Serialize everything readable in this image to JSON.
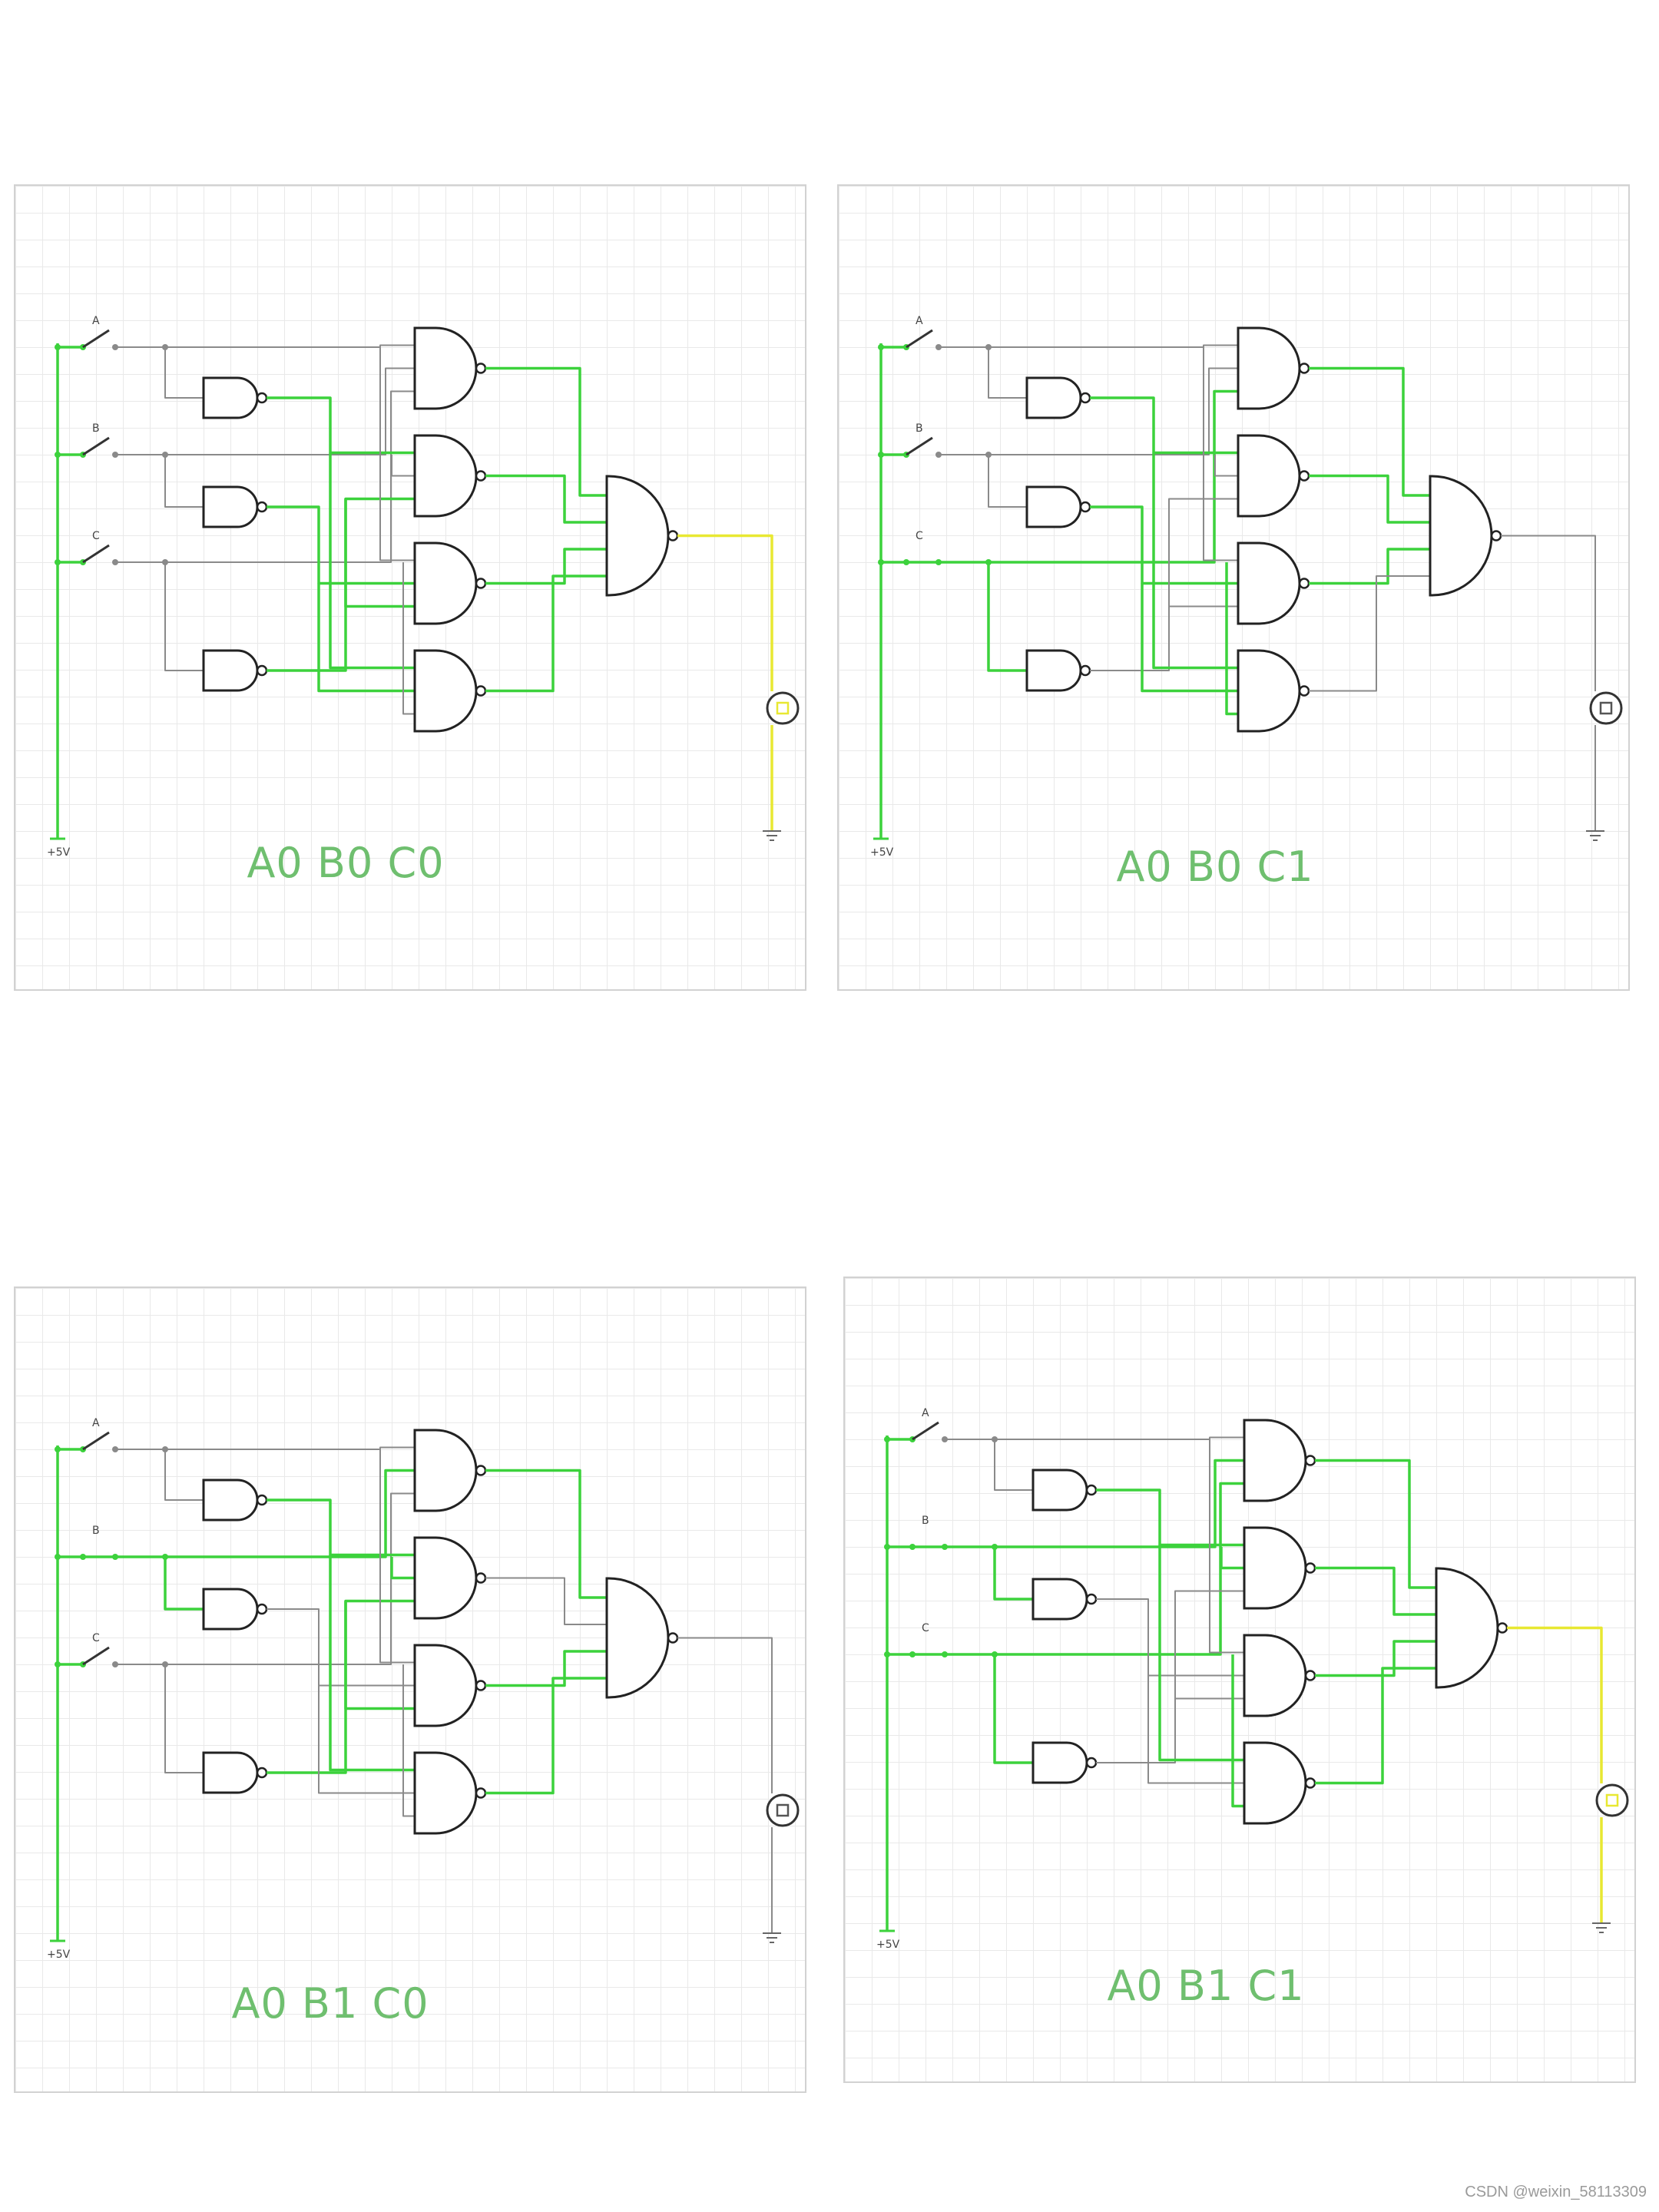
{
  "panels": [
    {
      "id": "p1",
      "label": "A0 B0 C0",
      "switch_labels": [
        "A",
        "B",
        "C"
      ],
      "supply_label": "+5V",
      "inputs": {
        "A": 0,
        "B": 0,
        "C": 0
      },
      "output": 1
    },
    {
      "id": "p2",
      "label": "A0 B0 C1",
      "switch_labels": [
        "A",
        "B",
        "C"
      ],
      "supply_label": "+5V",
      "inputs": {
        "A": 0,
        "B": 0,
        "C": 1
      },
      "output": 0
    },
    {
      "id": "p3",
      "label": "A0 B1 C0",
      "switch_labels": [
        "A",
        "B",
        "C"
      ],
      "supply_label": "+5V",
      "inputs": {
        "A": 0,
        "B": 1,
        "C": 0
      },
      "output": 0
    },
    {
      "id": "p4",
      "label": "A0 B1 C1",
      "switch_labels": [
        "A",
        "B",
        "C"
      ],
      "supply_label": "+5V",
      "inputs": {
        "A": 0,
        "B": 1,
        "C": 1
      },
      "output": 1
    }
  ],
  "colors": {
    "active_wire": "#3cd23c",
    "inactive_wire": "#8a8a8a",
    "output_active": "#e8e832",
    "label_text": "#6fbf6f",
    "gate_stroke": "#222222"
  },
  "watermark": "CSDN @weixin_58113309"
}
